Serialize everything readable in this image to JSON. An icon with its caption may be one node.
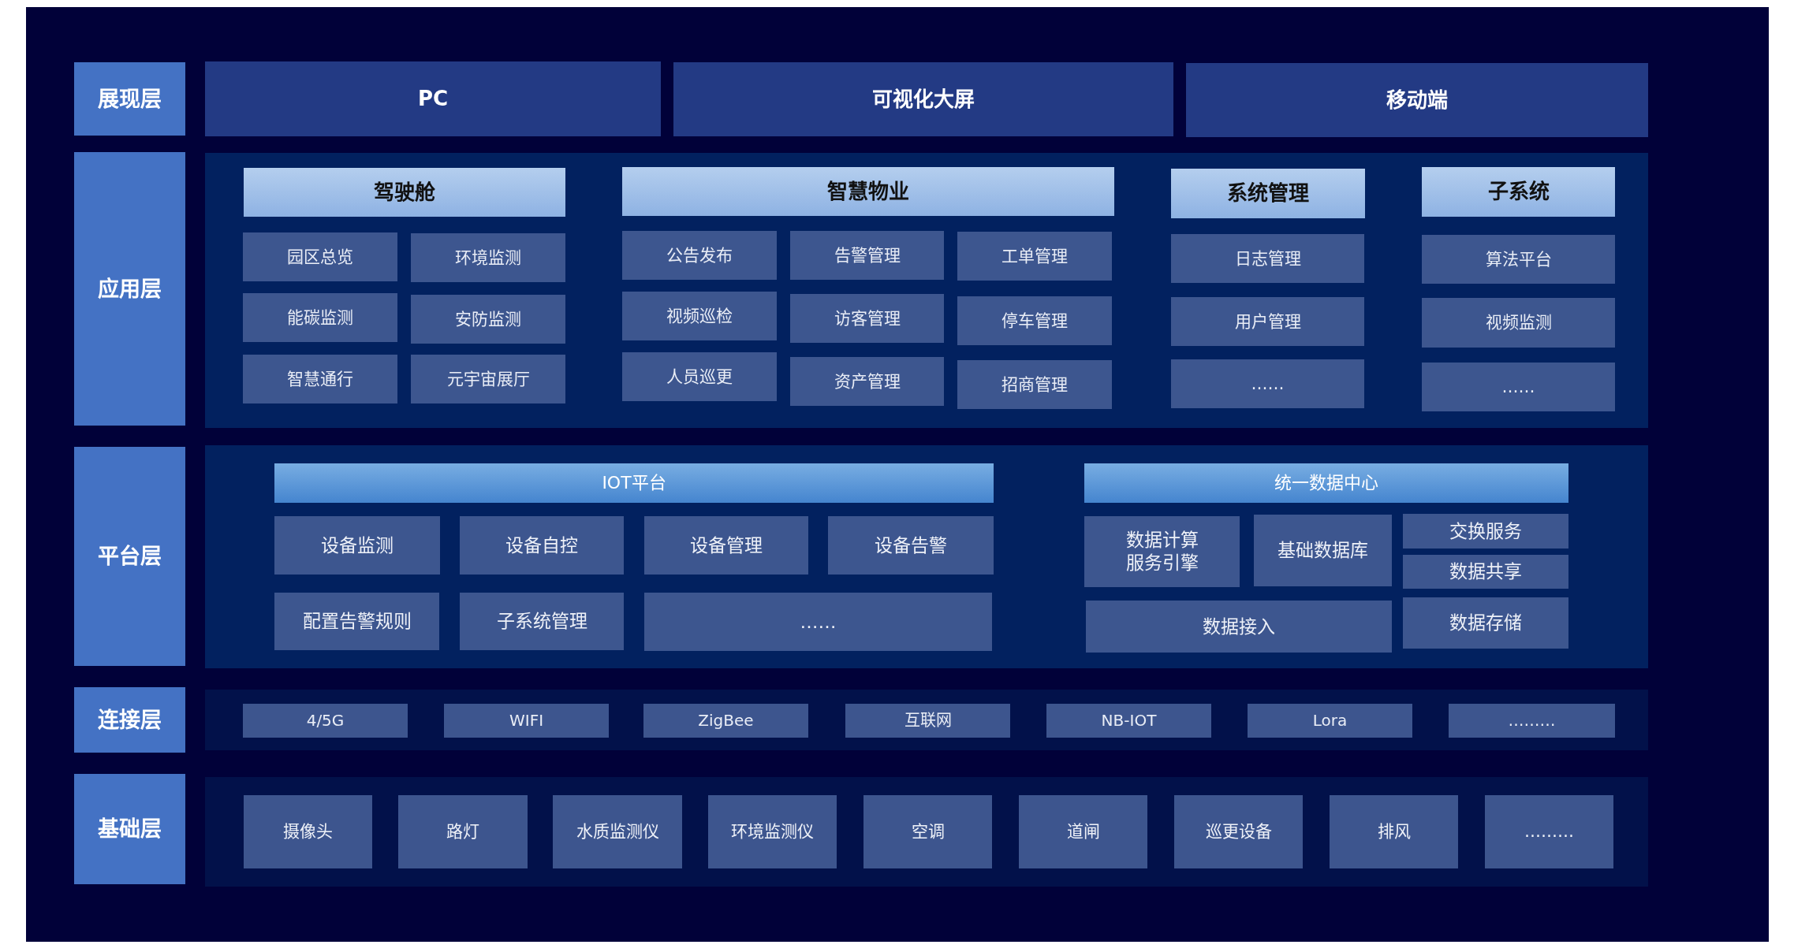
{
  "diagram": {
    "nodes": [
      {
        "text": [
          "展现层"
        ]
      },
      {
        "text": [
          "PC"
        ]
      },
      {
        "text": [
          "可视化大屏"
        ]
      },
      {
        "text": [
          "移动端"
        ]
      },
      {
        "text": [
          "应用层"
        ]
      },
      {
        "text": [],
        "shape": "box"
      },
      {
        "text": [
          "驾驶舱"
        ],
        "in": 5
      },
      {
        "text": [
          "园区总览"
        ],
        "in": 5
      },
      {
        "text": [
          "环境监测"
        ],
        "in": 5
      },
      {
        "text": [
          "能碳监测"
        ],
        "in": 5
      },
      {
        "text": [
          "安防监测"
        ],
        "in": 5
      },
      {
        "text": [
          "智慧通行"
        ],
        "in": 5
      },
      {
        "text": [
          "元宇宙展厅"
        ],
        "in": 5
      },
      {
        "text": [
          "智慧物业"
        ],
        "in": 5
      },
      {
        "text": [
          "公告发布"
        ],
        "in": 5
      },
      {
        "text": [
          "告警管理"
        ],
        "in": 5
      },
      {
        "text": [
          "工单管理"
        ],
        "in": 5
      },
      {
        "text": [
          "视频巡检"
        ],
        "in": 5
      },
      {
        "text": [
          "访客管理"
        ],
        "in": 5
      },
      {
        "text": [
          "停车管理"
        ],
        "in": 5
      },
      {
        "text": [
          "人员巡更"
        ],
        "in": 5
      },
      {
        "text": [
          "资产管理"
        ],
        "in": 5
      },
      {
        "text": [
          "招商管理"
        ],
        "in": 5
      },
      {
        "text": [
          "系统管理"
        ],
        "in": 5
      },
      {
        "text": [
          "日志管理"
        ],
        "in": 5
      },
      {
        "text": [
          "用户管理"
        ],
        "in": 5
      },
      {
        "text": [
          "……"
        ],
        "in": 5
      },
      {
        "text": [
          "子系统"
        ],
        "in": 5
      },
      {
        "text": [
          "算法平台"
        ],
        "in": 5
      },
      {
        "text": [
          "视频监测"
        ],
        "in": 5
      },
      {
        "text": [
          "……"
        ],
        "in": 5
      },
      {
        "text": [
          "平台层"
        ]
      },
      {
        "text": [],
        "shape": "box"
      },
      {
        "text": [
          "IOT平台"
        ],
        "in": 32
      },
      {
        "text": [
          "设备监测"
        ],
        "in": 32
      },
      {
        "text": [
          "设备自控"
        ],
        "in": 32
      },
      {
        "text": [
          "设备管理"
        ],
        "in": 32
      },
      {
        "text": [
          "设备告警"
        ],
        "in": 32
      },
      {
        "text": [
          "配置告警规则"
        ],
        "in": 32
      },
      {
        "text": [
          "子系统管理"
        ],
        "in": 32
      },
      {
        "text": [
          "……"
        ],
        "in": 32
      },
      {
        "text": [
          "统一数据中心"
        ],
        "in": 32
      },
      {
        "text": [
          "数据计算服务引擎"
        ],
        "in": 32
      },
      {
        "text": [
          "基础数据库"
        ],
        "in": 32
      },
      {
        "text": [
          "交换服务"
        ],
        "in": 32
      },
      {
        "text": [
          "数据共享"
        ],
        "in": 32
      },
      {
        "text": [
          "数据接入"
        ],
        "in": 32
      },
      {
        "text": [
          "数据存储"
        ],
        "in": 32
      },
      {
        "text": [
          "连接层"
        ]
      },
      {
        "text": [],
        "shape": "box"
      },
      {
        "text": [
          "4/5G"
        ],
        "in": 49
      },
      {
        "text": [
          "WIFI"
        ],
        "in": 49
      },
      {
        "text": [
          "ZigBee"
        ],
        "in": 49
      },
      {
        "text": [
          "互联网"
        ],
        "in": 49
      },
      {
        "text": [
          "NB-IOT"
        ],
        "in": 49
      },
      {
        "text": [
          "Lora"
        ],
        "in": 49
      },
      {
        "text": [
          "………"
        ],
        "in": 49
      },
      {
        "text": [
          "基础层"
        ]
      },
      {
        "text": [],
        "shape": "box"
      },
      {
        "text": [
          "摄像头"
        ],
        "in": 58
      },
      {
        "text": [
          "路灯"
        ],
        "in": 58
      },
      {
        "text": [
          "水质监测仪"
        ],
        "in": 58
      },
      {
        "text": [
          "环境监测仪"
        ],
        "in": 58
      },
      {
        "text": [
          "空调"
        ],
        "in": 58
      },
      {
        "text": [
          "道闸"
        ],
        "in": 58
      },
      {
        "text": [
          "巡更设备"
        ],
        "in": 58
      },
      {
        "text": [
          "排风"
        ],
        "in": 58
      },
      {
        "text": [
          "………"
        ],
        "in": 58
      }
    ]
  }
}
